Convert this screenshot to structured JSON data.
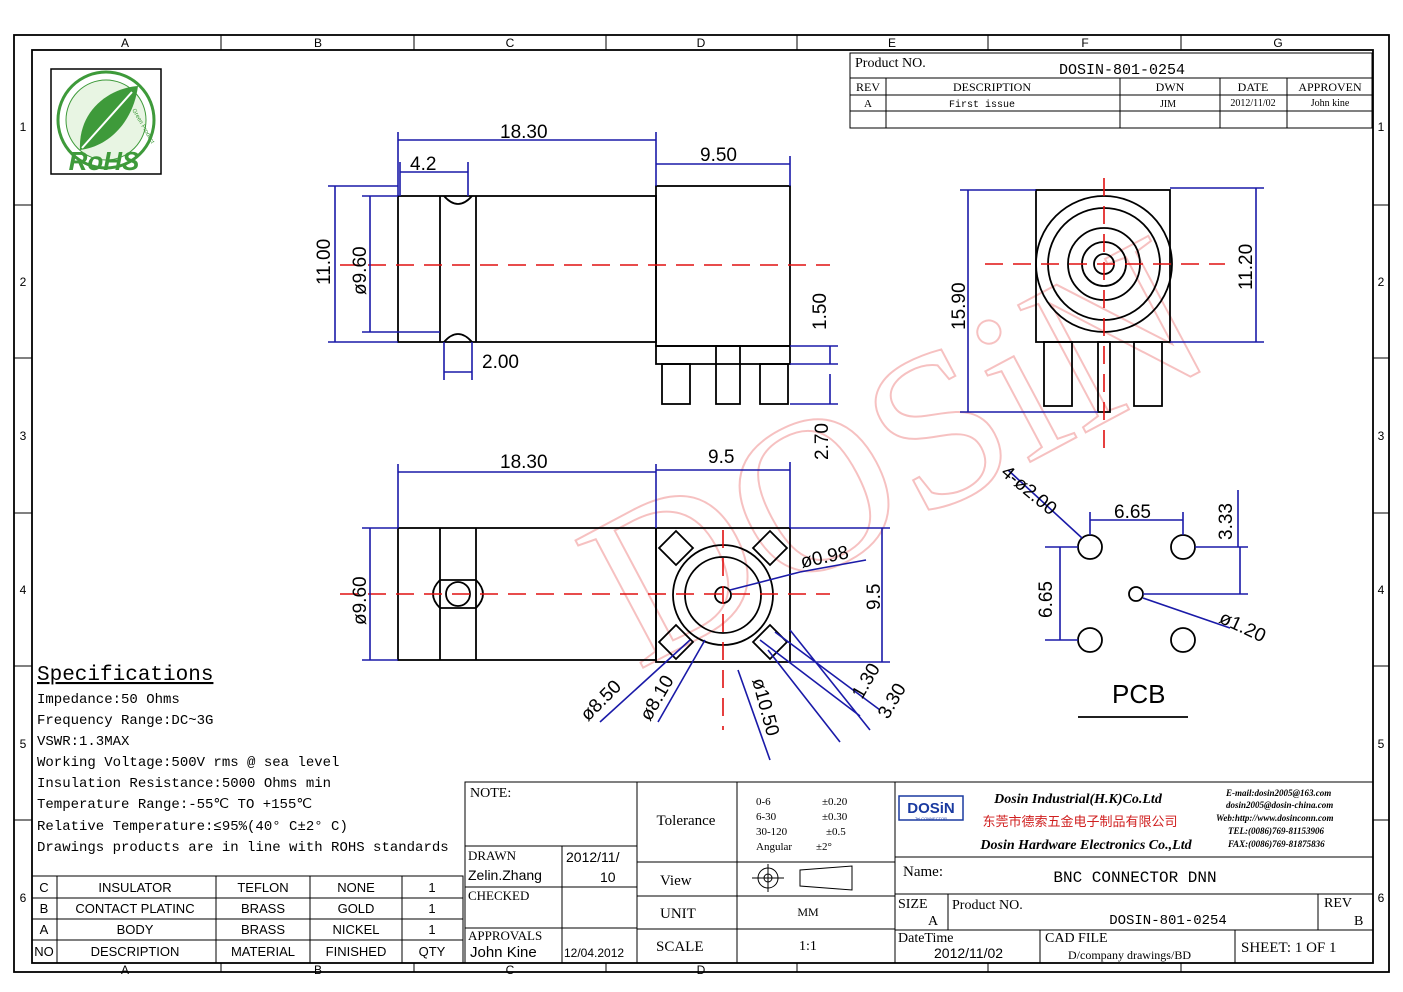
{
  "frame": {
    "columns": [
      "A",
      "B",
      "C",
      "D",
      "E",
      "F",
      "G"
    ],
    "rows": [
      "1",
      "2",
      "3",
      "4",
      "5",
      "6"
    ]
  },
  "logo": {
    "text": "RoHS",
    "subtext": "Green Product"
  },
  "watermark": "DOSiN",
  "title_block_top": {
    "product_label": "Product NO.",
    "product_no": "DOSIN-801-0254",
    "headers": [
      "REV",
      "DESCRIPTION",
      "DWN",
      "DATE",
      "APPROVEN"
    ],
    "row": [
      "A",
      "First issue",
      "JIM",
      "2012/11/02",
      "John kine"
    ]
  },
  "dimensions": {
    "side_length": "18.30",
    "side_front": "4.2",
    "side_body": "9.50",
    "side_height": "11.00",
    "side_dia": "ø9.60",
    "side_groove": "2.00",
    "side_base": "1.50",
    "side_pin": "2.70",
    "front_height": "15.90",
    "front_width": "11.20",
    "top_length": "18.30",
    "top_body": "9.5",
    "top_dia": "ø9.60",
    "top_square": "9.5",
    "top_hole": "ø0.98",
    "top_d1": "ø8.50",
    "top_d2": "ø8.10",
    "top_d3": "ø10.50",
    "top_w1": "1.30",
    "top_w2": "3.30",
    "pcb_holes": "4-ø2.00",
    "pcb_x": "6.65",
    "pcb_y": "3.33",
    "pcb_v": "6.65",
    "pcb_center": "ø1.20",
    "pcb_label": "PCB"
  },
  "specifications": {
    "title": "Specifications",
    "lines": [
      "Impedance:50 Ohms",
      "Frequency Range:DC~3G",
      "VSWR:1.3MAX",
      "Working Voltage:500V rms @ sea level",
      "Insulation Resistance:5000 Ohms min",
      "Temperature Range:-55℃ TO +155℃",
      "Relative Temperature:≤95%(40° C±2° C)",
      "Drawings products are in line with ROHS standards"
    ]
  },
  "bom": {
    "headers": [
      "NO",
      "DESCRIPTION",
      "MATERIAL",
      "FINISHED",
      "QTY"
    ],
    "rows": [
      [
        "C",
        "INSULATOR",
        "TEFLON",
        "NONE",
        "1"
      ],
      [
        "B",
        "CONTACT PLATINC",
        "BRASS",
        "GOLD",
        "1"
      ],
      [
        "A",
        "BODY",
        "BRASS",
        "NICKEL",
        "1"
      ]
    ]
  },
  "notes_block": {
    "note": "NOTE:",
    "drawn_label": "DRAWN",
    "drawn_name": "Zelin.Zhang",
    "drawn_date1": "2012/11/",
    "drawn_date2": "10",
    "checked": "CHECKED",
    "approvals": "APPROVALS",
    "approver": "John Kine",
    "approval_date": "12/04.2012",
    "tolerance_label": "Tolerance",
    "tolerance": [
      [
        "0-6",
        "±0.20"
      ],
      [
        "6-30",
        "±0.30"
      ],
      [
        "30-120",
        "±0.5"
      ],
      [
        "Angular",
        "±2°"
      ]
    ],
    "view_label": "View",
    "unit_label": "UNIT",
    "unit": "MM",
    "scale_label": "SCALE",
    "scale": "1:1"
  },
  "company": {
    "brand": "DOSiN",
    "brand_sub": "Tel CONNECTOR",
    "name_hk": "Dosin Industrial(H.K)Co.Ltd",
    "name_cn": "东莞市德索五金电子制品有限公司",
    "name_en": "Dosin Hardware Electronics Co.,Ltd",
    "contact": [
      "E-mail:dosin2005@163.com",
      "dosin2005@dosin-china.com",
      "Web:http://www.dosinconn.com",
      "TEL:(0086)769-81153906",
      "FAX:(0086)769-81875836"
    ],
    "name_label": "Name:",
    "name_value": "BNC CONNECTOR DNN",
    "size_label": "SIZE",
    "size_value": "A",
    "product_label": "Product NO.",
    "product_value": "DOSIN-801-0254",
    "rev_label": "REV",
    "rev_value": "B",
    "datetime_label": "DateTime",
    "datetime_value": "2012/11/02",
    "cad_label": "CAD FILE",
    "cad_value": "D/company drawings/BD",
    "sheet": "SHEET: 1 OF 1"
  }
}
